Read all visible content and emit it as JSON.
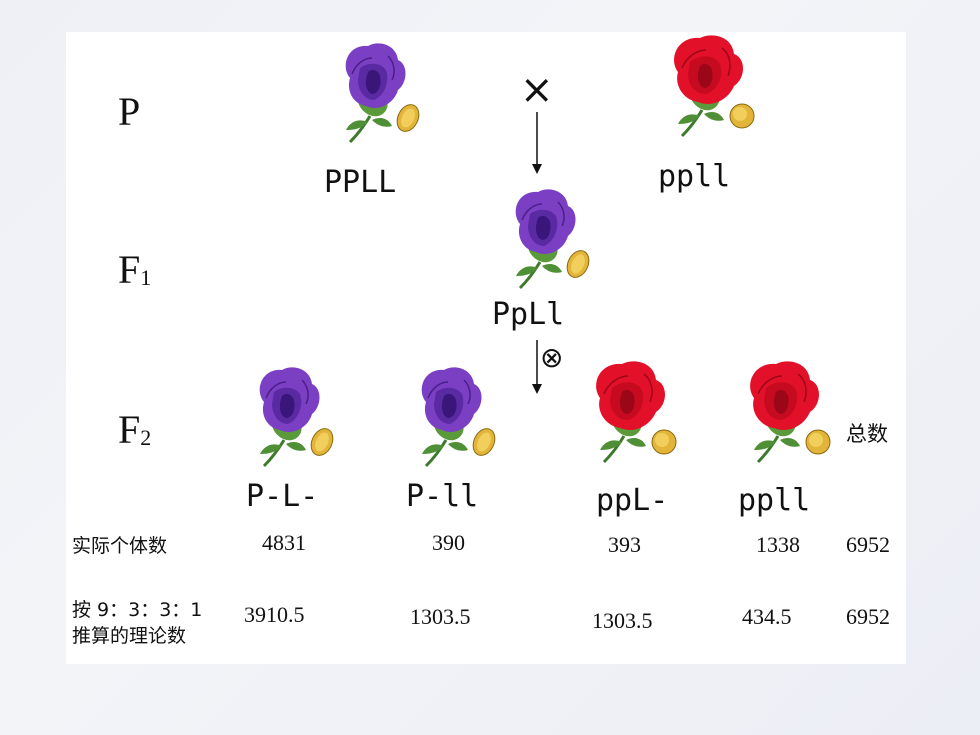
{
  "generations": {
    "p": {
      "letter": "P",
      "sub": ""
    },
    "f1": {
      "letter": "F",
      "sub": "1"
    },
    "f2": {
      "letter": "F",
      "sub": "2"
    }
  },
  "symbols": {
    "cross": "×",
    "self_cross": "⊗"
  },
  "parents": {
    "purple_genotype": "PPLL",
    "red_genotype": "ppll"
  },
  "f1": {
    "genotype": "PpLl"
  },
  "f2": {
    "phenotypes": [
      "P-L-",
      "P-ll",
      "ppL-",
      "ppll"
    ],
    "total_header": "总数"
  },
  "table": {
    "actual_label": "实际个体数",
    "actual_values": [
      "4831",
      "390",
      "393",
      "1338",
      "6952"
    ],
    "theory_label_line1": "按 9：3：3：1",
    "theory_label_line2": "推算的理论数",
    "theory_values": [
      "3910.5",
      "1303.5",
      "1303.5",
      "434.5",
      "6952"
    ]
  },
  "colors": {
    "purple_petal": "#7a3fc2",
    "purple_dark": "#4b1f8a",
    "red_petal": "#e3102a",
    "red_dark": "#9c0718",
    "pollen": "#e2b53a",
    "stem": "#3f7a2c"
  }
}
